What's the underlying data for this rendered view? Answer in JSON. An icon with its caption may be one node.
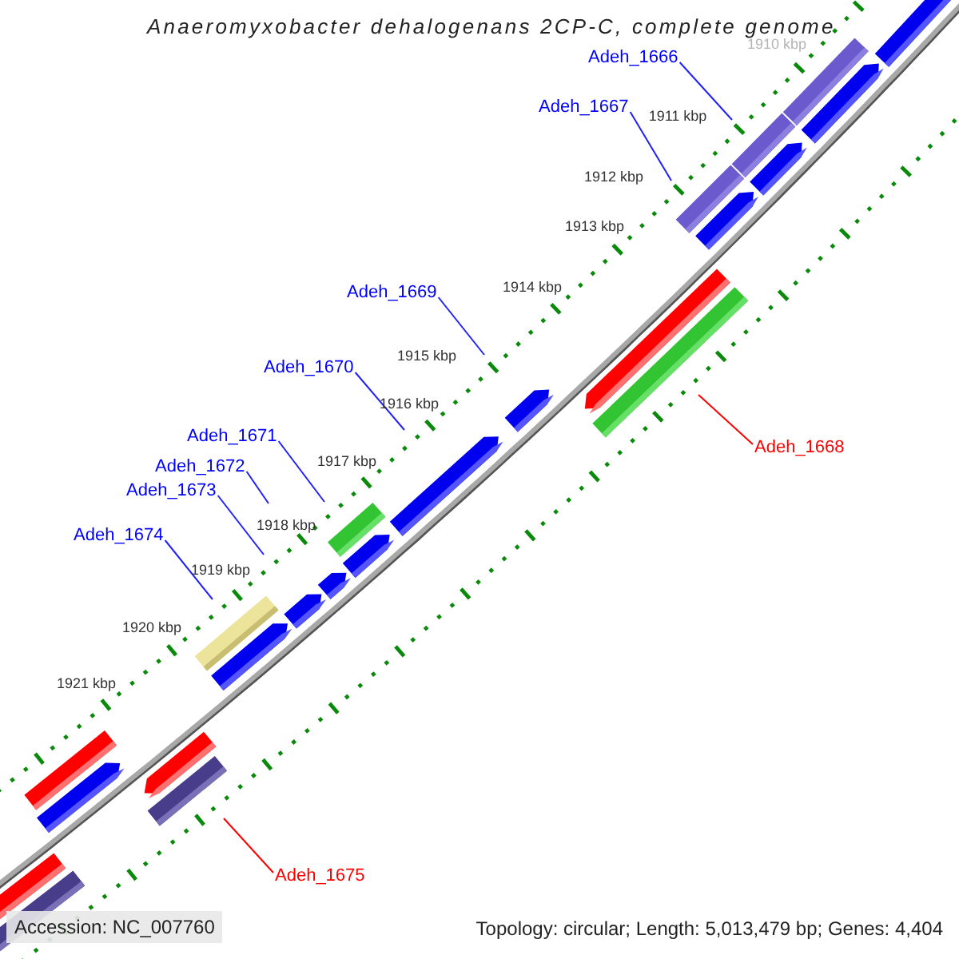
{
  "diagram": {
    "title": "Anaeromyxobacter dehalogenans 2CP-C, complete genome",
    "nodes": [
      {
        "text": [
          "Adeh_1666"
        ]
      },
      {
        "text": [
          "Adeh_1667"
        ]
      },
      {
        "text": [
          "Adeh_1669"
        ]
      },
      {
        "text": [
          "Adeh_1670"
        ]
      },
      {
        "text": [
          "Adeh_1671"
        ]
      },
      {
        "text": [
          "Adeh_1668"
        ]
      },
      {
        "text": [
          "Adeh_1672"
        ]
      },
      {
        "text": [
          "Adeh_1673"
        ]
      },
      {
        "text": [
          "Adeh_1674"
        ]
      },
      {
        "text": [
          "Adeh_1675"
        ]
      }
    ],
    "edges": [
      {
        "from": 0,
        "to": null,
        "arrow": "none"
      },
      {
        "from": 1,
        "to": null,
        "arrow": "none"
      },
      {
        "from": 2,
        "to": null,
        "arrow": "none"
      },
      {
        "from": 3,
        "to": null,
        "arrow": "none"
      },
      {
        "from": 4,
        "to": null,
        "arrow": "none"
      },
      {
        "from": 5,
        "to": null,
        "arrow": "none",
        "color": "#ff0000"
      },
      {
        "from": 6,
        "to": null,
        "arrow": "none"
      },
      {
        "from": 7,
        "to": null,
        "arrow": "none"
      },
      {
        "from": 8,
        "to": null,
        "arrow": "none"
      },
      {
        "from": 9,
        "to": null,
        "arrow": "none",
        "color": "#ff0000"
      }
    ],
    "labels": [
      "1910 kbp",
      "1911 kbp",
      "1912 kbp",
      "1913 kbp",
      "1914 kbp",
      "1915 kbp",
      "1916 kbp",
      "1917 kbp",
      "1918 kbp",
      "1919 kbp",
      "1920 kbp",
      "1921 kbp",
      "Accession: NC_007760",
      "Topology: circular; Length: 5,013,479 bp; Genes: 4,404"
    ]
  }
}
